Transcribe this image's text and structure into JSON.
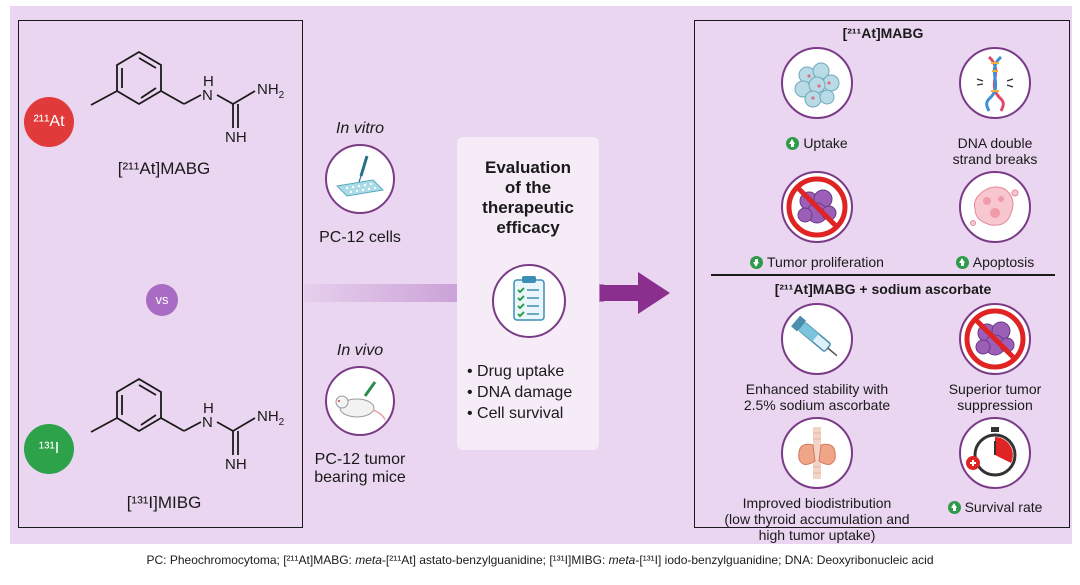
{
  "left_panel": {
    "top_compound": {
      "isotope_badge": "²¹¹At",
      "atom_h": "H",
      "atom_n1": "N",
      "atom_n2": "N",
      "atom_nh2": "NH",
      "atom_nh2_sub": "2",
      "atom_nh": "NH",
      "name": "[²¹¹At]MABG"
    },
    "versus": "vs",
    "bottom_compound": {
      "isotope_badge": "¹³¹I",
      "atom_h": "H",
      "atom_n1": "N",
      "atom_n2": "N",
      "atom_nh2": "NH",
      "atom_nh2_sub": "2",
      "atom_nh": "NH",
      "name": "[¹³¹I]MIBG"
    }
  },
  "middle": {
    "in_vitro": {
      "title": "In vitro",
      "label": "PC-12 cells"
    },
    "in_vivo": {
      "title": "In vivo",
      "label_line1": "PC-12 tumor",
      "label_line2": "bearing mice"
    },
    "evaluation": {
      "title_line1": "Evaluation",
      "title_line2": "of the",
      "title_line3": "therapeutic",
      "title_line4": "efficacy",
      "bullets": [
        "Drug uptake",
        "DNA damage",
        "Cell survival"
      ]
    }
  },
  "right_panel": {
    "section1": {
      "title": "[²¹¹At]MABG",
      "items": [
        {
          "label": "Uptake",
          "trend": "up"
        },
        {
          "label_line1": "DNA double",
          "label_line2": "strand breaks"
        },
        {
          "label": "Tumor proliferation",
          "trend": "down"
        },
        {
          "label": "Apoptosis",
          "trend": "up"
        }
      ]
    },
    "section2": {
      "title": "[²¹¹At]MABG + sodium ascorbate",
      "items": [
        {
          "label_line1": "Enhanced stability with",
          "label_line2": "2.5% sodium ascorbate"
        },
        {
          "label_line1": "Superior tumor",
          "label_line2": "suppression"
        },
        {
          "label_line1": "Improved biodistribution",
          "label_line2": "(low thyroid accumulation and",
          "label_line3": "high tumor uptake)"
        },
        {
          "label": "Survival rate",
          "trend": "up"
        }
      ]
    }
  },
  "footer": {
    "pc": "PC: Pheochromocytoma; [²¹¹At]MABG: ",
    "meta1": "meta",
    "mabg_rest": "-[²¹¹At] astato-benzylguanidine; [¹³¹I]MIBG: ",
    "meta2": "meta",
    "mibg_rest": "-[¹³¹I] iodo-benzylguanidine; DNA: Deoxyribonucleic acid"
  },
  "colors": {
    "background": "#ead6f0",
    "astatine": "#e03a3a",
    "iodine": "#2ea24a",
    "accent_purple": "#7a3b86",
    "vs_badge": "#a86cc4",
    "arrow": "#8a2f8e",
    "trend_green": "#2e9a4a"
  }
}
